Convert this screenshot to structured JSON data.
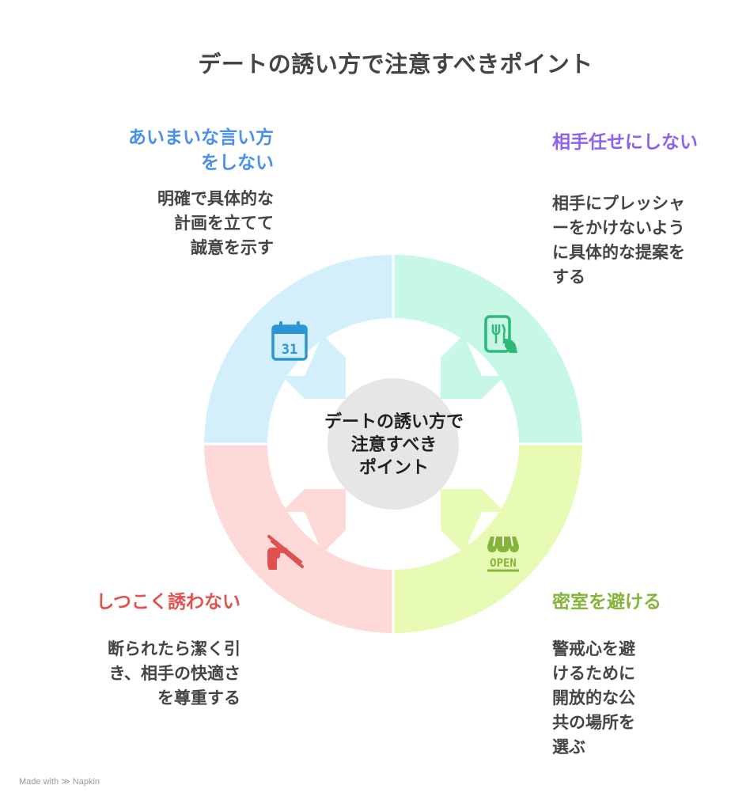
{
  "title": "デートの誘い方で注意すべきポイント",
  "center": {
    "lines": [
      "デートの誘い方で",
      "注意すべき",
      "ポイント"
    ]
  },
  "sections": {
    "top_left": {
      "title_lines": [
        "あいまいな言い方",
        "をしない"
      ],
      "desc_lines": [
        "明確で具体的な",
        "計画を立てて",
        "誠意を示す"
      ],
      "color": "#4a8ff0",
      "fill": "#d2effb",
      "icon": "calendar-icon",
      "icon_text": "31"
    },
    "top_right": {
      "title_lines": [
        "相手任せにしない"
      ],
      "desc_lines": [
        "相手にプレッシャ",
        "ーをかけないよう",
        "に具体的な提案を",
        "する"
      ],
      "color": "#8c63f0",
      "fill": "#c6f8e5",
      "icon": "restaurant-phone-icon"
    },
    "bottom_left": {
      "title_lines": [
        "しつこく誘わない"
      ],
      "desc_lines": [
        "断られたら潔く引",
        "き、相手の快適さ",
        "を尊重する"
      ],
      "color": "#e0524f",
      "fill": "#fdd9d8",
      "icon": "no-hand-icon"
    },
    "bottom_right": {
      "title_lines": [
        "密室を避ける"
      ],
      "desc_lines": [
        "警戒心を避",
        "けるために",
        "開放的な公",
        "共の場所を",
        "選ぶ"
      ],
      "color": "#84b43a",
      "fill": "#e7fbb4",
      "icon": "open-store-icon",
      "icon_text": "OPEN"
    }
  },
  "footer": {
    "made_with": "Made with",
    "brand": "Napkin"
  }
}
